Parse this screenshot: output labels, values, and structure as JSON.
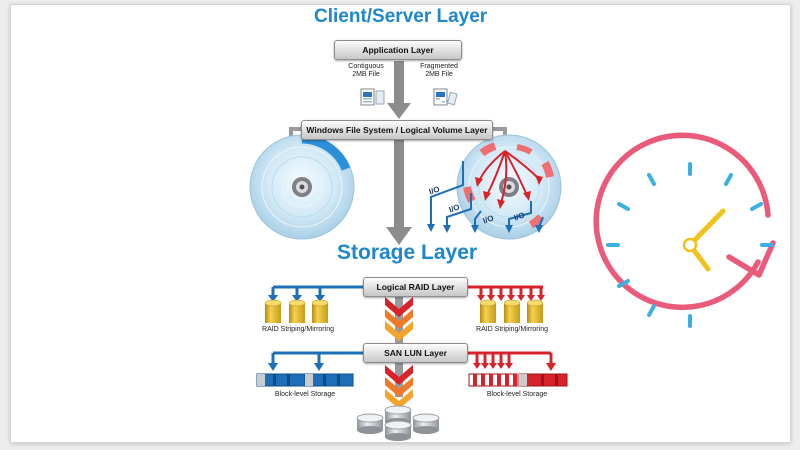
{
  "diagram": {
    "title_top": "Client/Server Layer",
    "title_storage": "Storage Layer",
    "application_layer": "Application Layer",
    "contiguous_file": [
      "Contiguous",
      "2MB File"
    ],
    "fragmented_file": [
      "Fragmented",
      "2MB File"
    ],
    "filesystem_layer": "Windows File System / Logical Volume Layer",
    "io_label": "I/O",
    "raid_layer": "Logical RAID Layer",
    "raid_caption_left": "RAID Striping/Mirroring",
    "raid_caption_right": "RAID Striping/Mirroring",
    "san_layer": "SAN LUN Layer",
    "block_caption_left": "Block-level Storage",
    "block_caption_right": "Block-level Storage"
  },
  "icons": {
    "clock": "clock-refresh-icon"
  },
  "colors": {
    "blue": "#1e86cf",
    "red": "#d9232a",
    "disk": "#c7e3f3",
    "drum_gold": "#e5bd2b",
    "clock_pink": "#ea5a7a",
    "clock_hand": "#f2c21a",
    "clock_tick": "#3ab0e4"
  }
}
